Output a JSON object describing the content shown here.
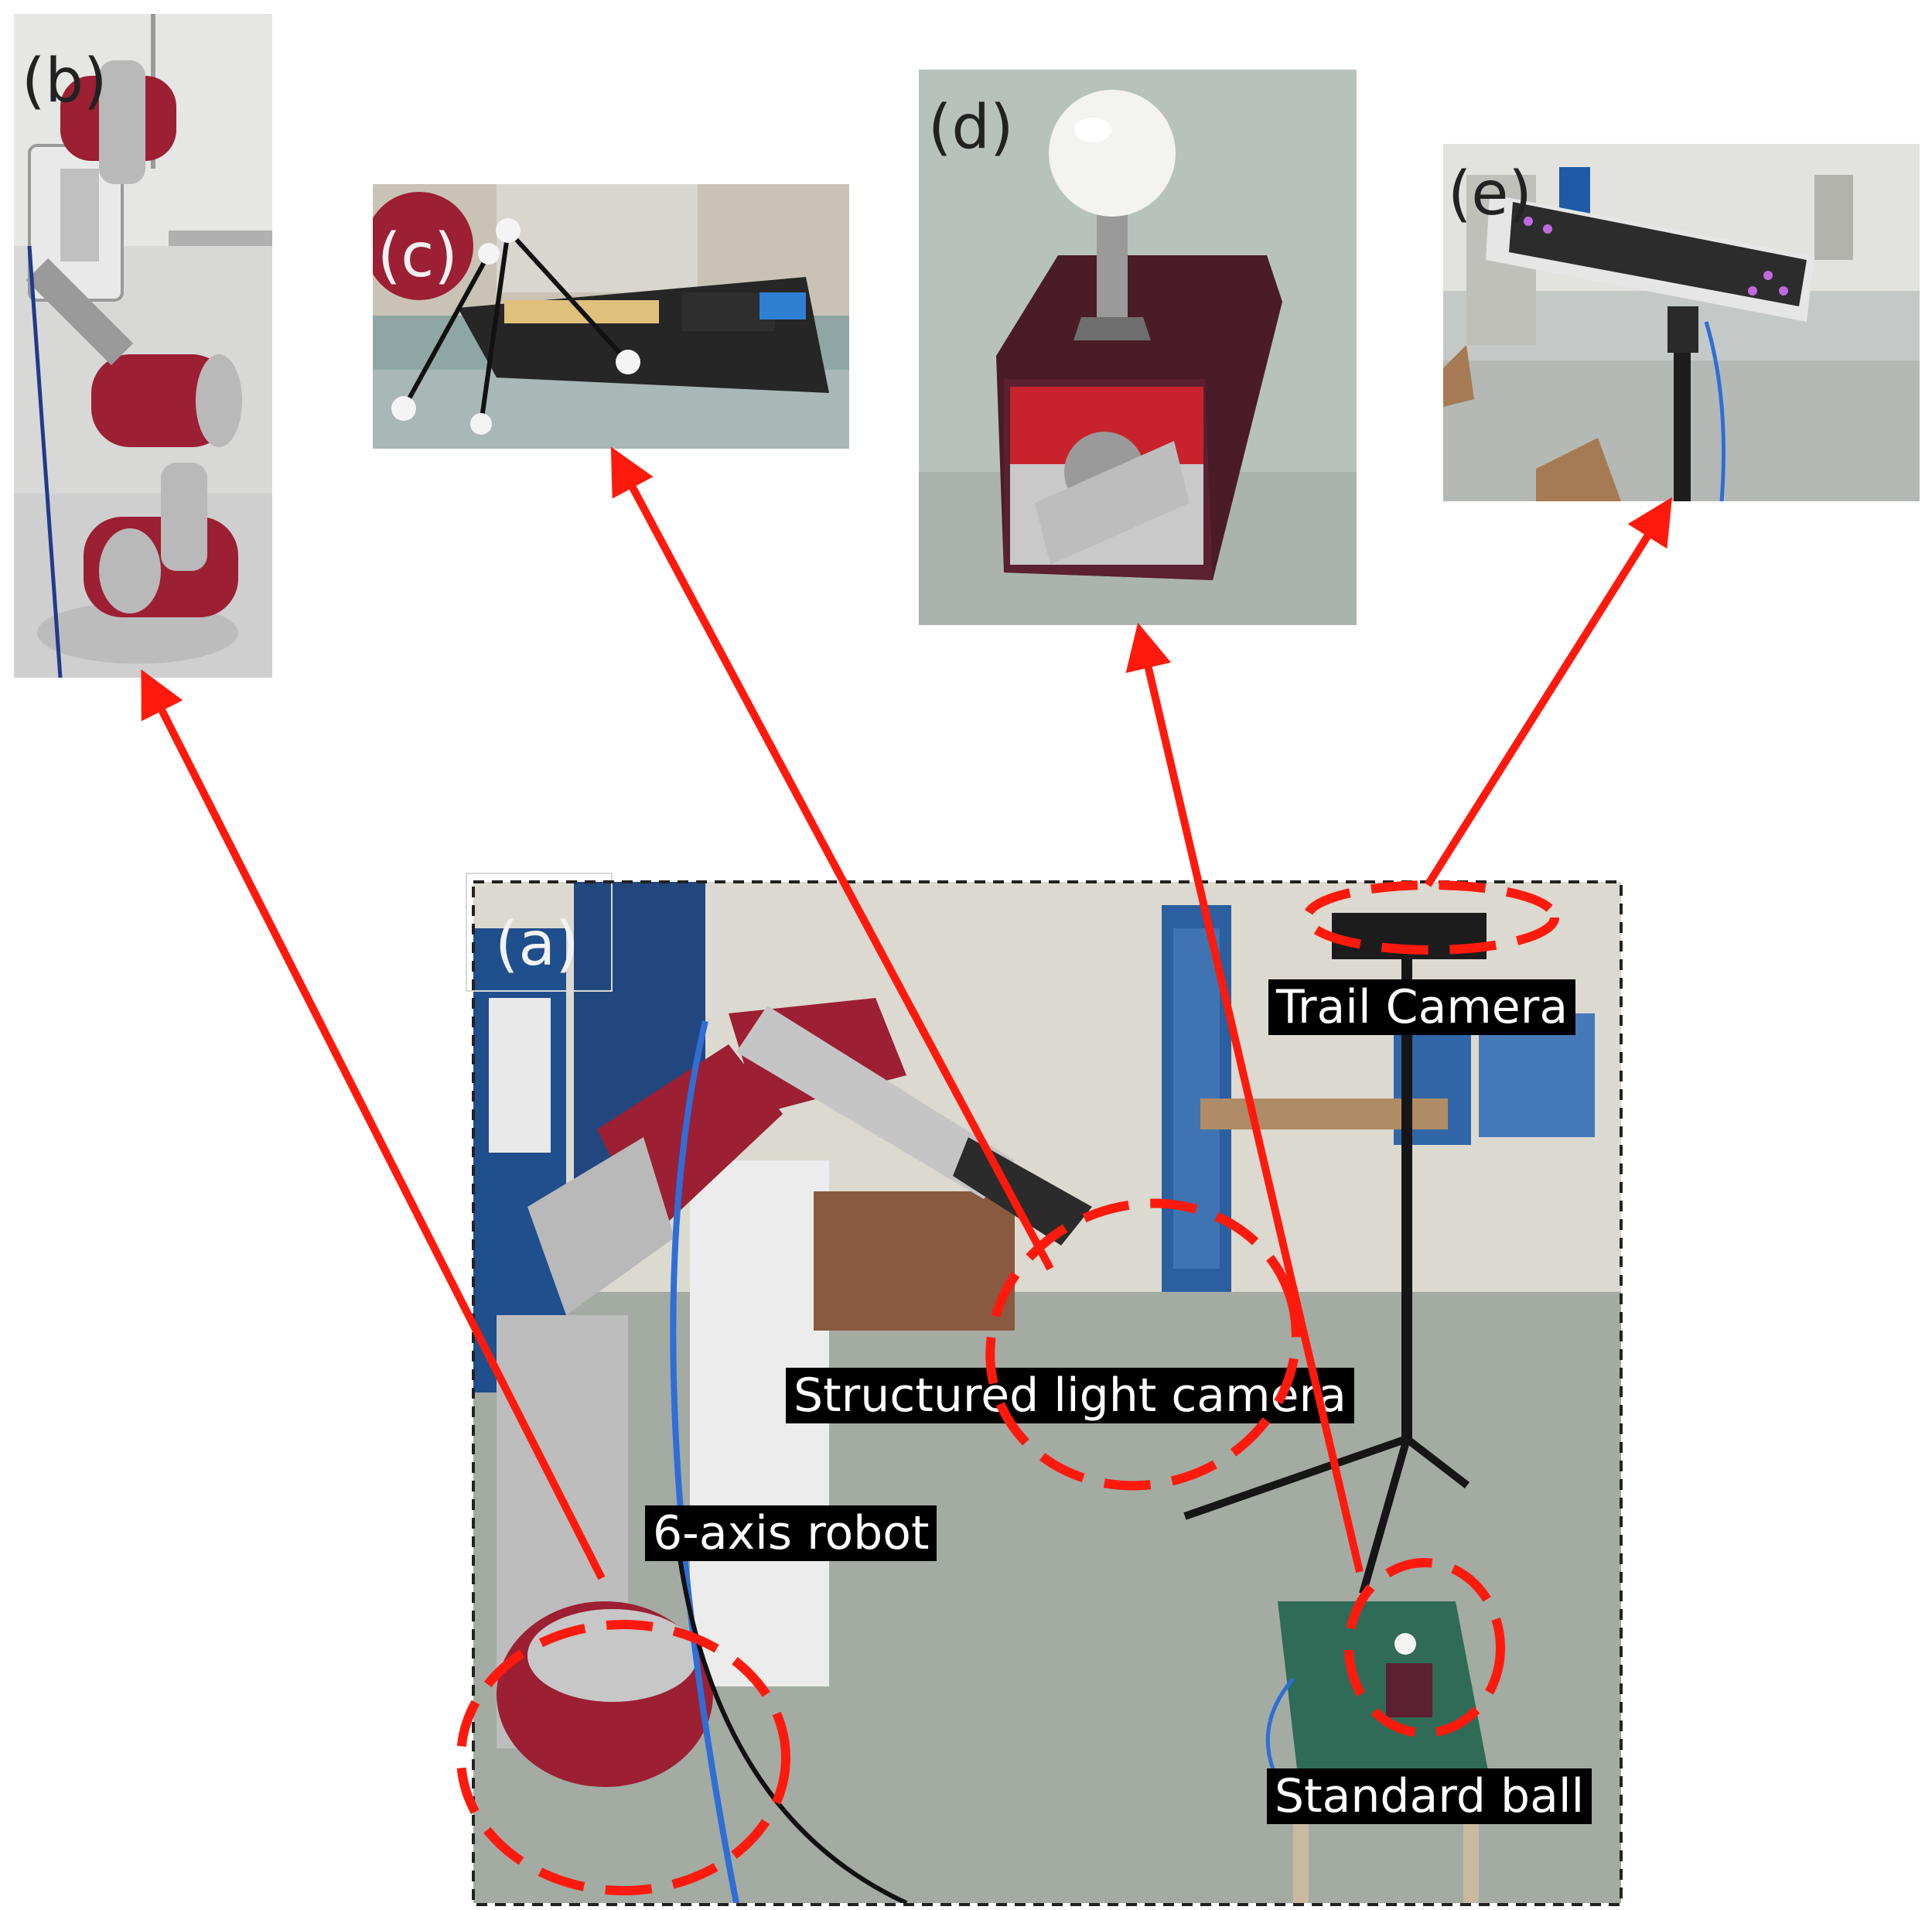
{
  "panels": {
    "a": {
      "label": "(a)"
    },
    "b": {
      "label": "(b)"
    },
    "c": {
      "label": "(c)"
    },
    "d": {
      "label": "(d)"
    },
    "e": {
      "label": "(e)"
    }
  },
  "callouts": {
    "trail_camera": "Trail Camera",
    "structured_light_camera": "Structured light camera",
    "six_axis_robot": "6-axis robot",
    "standard_ball": "Standard ball"
  },
  "colors": {
    "arrow": "#ff1a0d",
    "robot_red": "#9c1f33",
    "callout_bg": "#000000",
    "callout_text": "#ffffff"
  }
}
